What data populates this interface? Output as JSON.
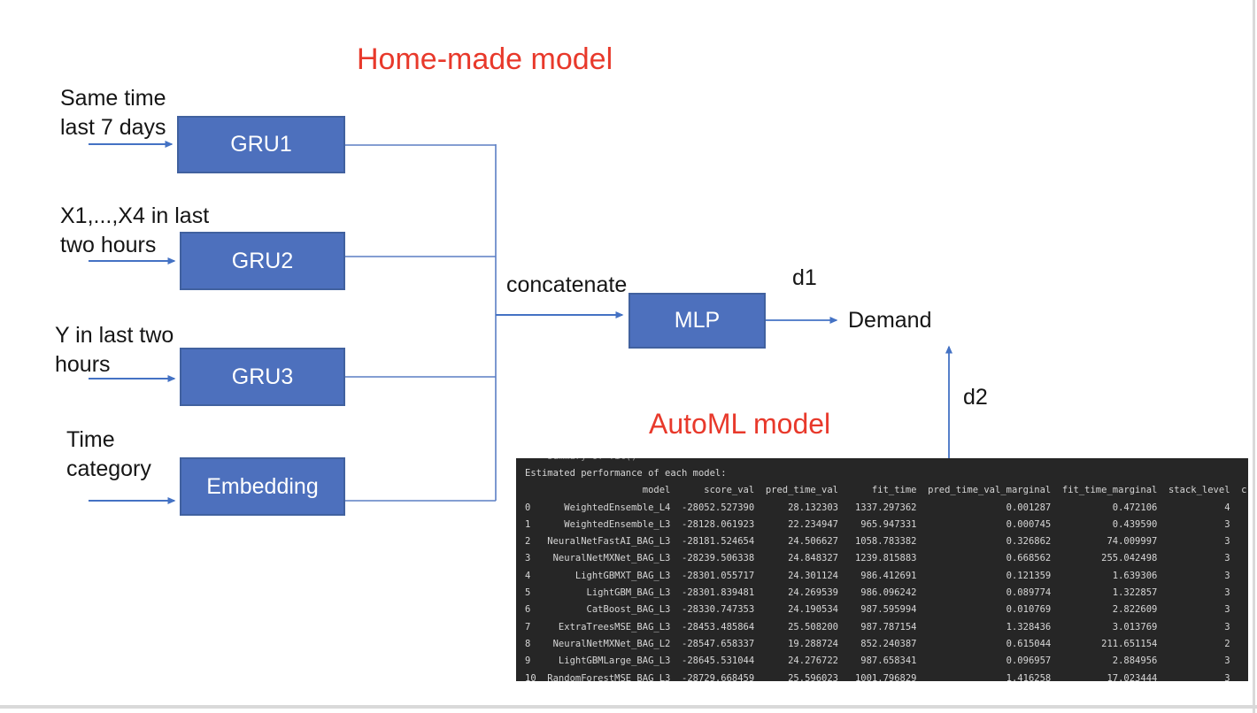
{
  "titles": {
    "homemade": "Home-made model",
    "automl": "AutoML model"
  },
  "colors": {
    "accent_red": "#e8392b",
    "box_fill": "#4d70bd",
    "box_border": "#41619f",
    "connector_blue": "#4472c4",
    "terminal_bg": "#262626",
    "terminal_text": "#d6d6d6",
    "frame_line": "#d9d9d9"
  },
  "diagram": {
    "inputs": [
      {
        "label": "Same time\nlast 7 days"
      },
      {
        "label": "X1,...,X4 in last\ntwo hours"
      },
      {
        "label": "Y in last two\nhours"
      },
      {
        "label": "Time\ncategory"
      }
    ],
    "nodes": [
      {
        "id": "gru1",
        "label": "GRU1"
      },
      {
        "id": "gru2",
        "label": "GRU2"
      },
      {
        "id": "gru3",
        "label": "GRU3"
      },
      {
        "id": "embedding",
        "label": "Embedding"
      },
      {
        "id": "mlp",
        "label": "MLP"
      }
    ],
    "edge_labels": {
      "concatenate": "concatenate",
      "d1": "d1",
      "d2": "d2"
    },
    "output_label": "Demand"
  },
  "terminal": {
    "clipped_line": "*** Summary of fit() ***",
    "intro_line": "Estimated performance of each model:",
    "columns": [
      "model",
      "score_val",
      "pred_time_val",
      "fit_time",
      "pred_time_val_marginal",
      "fit_time_marginal",
      "stack_level"
    ],
    "truncated_last_column": "c",
    "rows": [
      [
        0,
        "WeightedEnsemble_L4",
        "-28052.527390",
        "28.132303",
        "1337.297362",
        "0.001287",
        "0.472106",
        4
      ],
      [
        1,
        "WeightedEnsemble_L3",
        "-28128.061923",
        "22.234947",
        "965.947331",
        "0.000745",
        "0.439590",
        3
      ],
      [
        2,
        "NeuralNetFastAI_BAG_L3",
        "-28181.524654",
        "24.506627",
        "1058.783382",
        "0.326862",
        "74.009997",
        3
      ],
      [
        3,
        "NeuralNetMXNet_BAG_L3",
        "-28239.506338",
        "24.848327",
        "1239.815883",
        "0.668562",
        "255.042498",
        3
      ],
      [
        4,
        "LightGBMXT_BAG_L3",
        "-28301.055717",
        "24.301124",
        "986.412691",
        "0.121359",
        "1.639306",
        3
      ],
      [
        5,
        "LightGBM_BAG_L3",
        "-28301.839481",
        "24.269539",
        "986.096242",
        "0.089774",
        "1.322857",
        3
      ],
      [
        6,
        "CatBoost_BAG_L3",
        "-28330.747353",
        "24.190534",
        "987.595994",
        "0.010769",
        "2.822609",
        3
      ],
      [
        7,
        "ExtraTreesMSE_BAG_L3",
        "-28453.485864",
        "25.508200",
        "987.787154",
        "1.328436",
        "3.013769",
        3
      ],
      [
        8,
        "NeuralNetMXNet_BAG_L2",
        "-28547.658337",
        "19.288724",
        "852.240387",
        "0.615044",
        "211.651154",
        2
      ],
      [
        9,
        "LightGBMLarge_BAG_L3",
        "-28645.531044",
        "24.276722",
        "987.658341",
        "0.096957",
        "2.884956",
        3
      ],
      [
        10,
        "RandomForestMSE_BAG_L3",
        "-28729.668459",
        "25.596023",
        "1001.796829",
        "1.416258",
        "17.023444",
        3
      ]
    ]
  }
}
